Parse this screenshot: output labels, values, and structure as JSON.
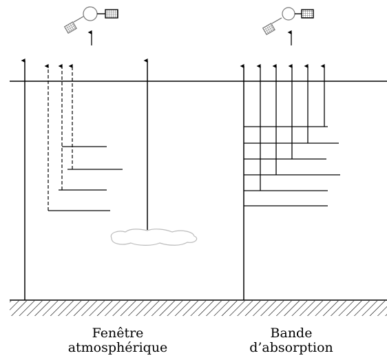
{
  "captions": {
    "left": [
      "Fenêtre",
      "atmosphérique"
    ],
    "right": [
      "Bande",
      "d’absorption"
    ]
  },
  "icons": {
    "left": "satellite-icon",
    "right": "satellite-icon"
  },
  "colors": {
    "ink": "#000000",
    "cloud": "#cccccc"
  }
}
